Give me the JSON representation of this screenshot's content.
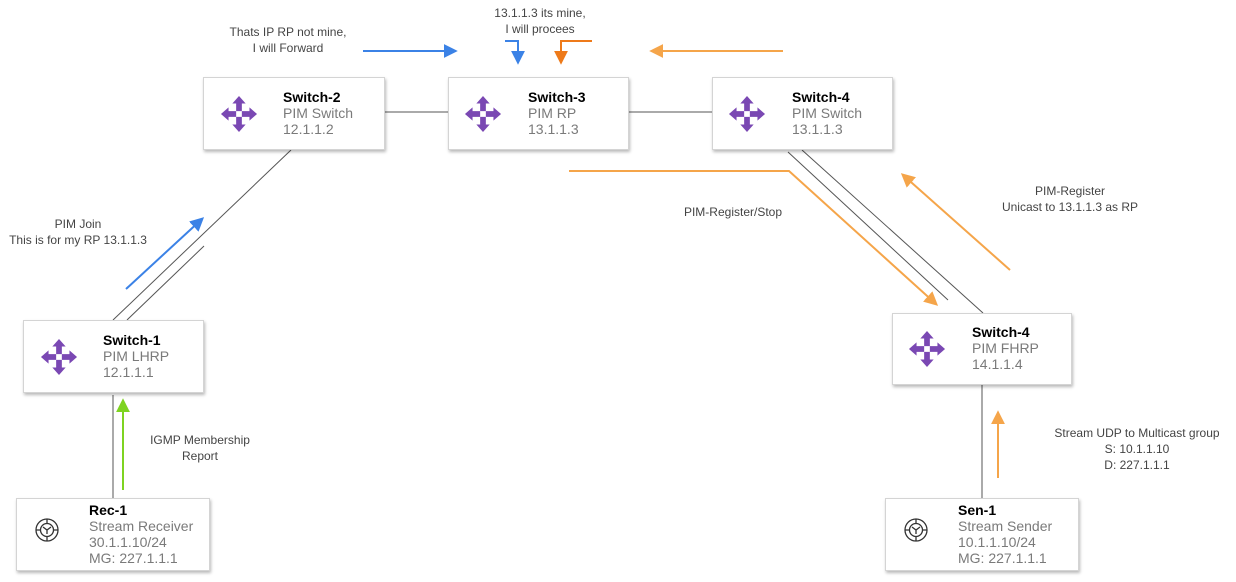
{
  "colors": {
    "link": "#555555",
    "blue_arrow": "#3b82e6",
    "orange_arrow": "#f5a54a",
    "dark_orange_arrow": "#ee7a1a",
    "green_arrow": "#7ed321",
    "switch_icon": "#7a48b3"
  },
  "nodes": {
    "switch2": {
      "icon": "router-icon",
      "name": "Switch-2",
      "role": "PIM Switch",
      "ip": "12.1.1.2"
    },
    "switch3": {
      "icon": "router-icon",
      "name": "Switch-3",
      "role": "PIM RP",
      "ip": "13.1.1.3"
    },
    "switch4_top": {
      "icon": "router-icon",
      "name": "Switch-4",
      "role": "PIM Switch",
      "ip": "13.1.1.3"
    },
    "switch1": {
      "icon": "router-icon",
      "name": "Switch-1",
      "role": "PIM LHRP",
      "ip": "12.1.1.1"
    },
    "switch4_fhrp": {
      "icon": "router-icon",
      "name": "Switch-4",
      "role": "PIM FHRP",
      "ip": "14.1.1.4"
    },
    "rec1": {
      "icon": "host-icon",
      "name": "Rec-1",
      "role": "Stream Receiver",
      "ip": "30.1.1.10/24",
      "mg": "MG: 227.1.1.1"
    },
    "sen1": {
      "icon": "host-icon",
      "name": "Sen-1",
      "role": "Stream Sender",
      "ip": "10.1.1.10/24",
      "mg": "MG: 227.1.1.1"
    }
  },
  "labels": {
    "forward": {
      "line1": "Thats IP RP not mine,",
      "line2": "I will Forward"
    },
    "mine": {
      "line1": "13.1.1.3 its mine,",
      "line2": "I will procees"
    },
    "pim_join": {
      "line1": "PIM Join",
      "line2": "This is for my RP 13.1.1.3"
    },
    "register_stop": {
      "line1": "PIM-Register/Stop"
    },
    "register": {
      "line1": "PIM-Register",
      "line2": "Unicast to 13.1.1.3 as RP"
    },
    "igmp": {
      "line1": "IGMP Membership",
      "line2": "Report"
    },
    "stream": {
      "line1": "Stream UDP to Multicast group",
      "line2": "S: 10.1.1.10",
      "line3": "D: 227.1.1.1"
    }
  }
}
